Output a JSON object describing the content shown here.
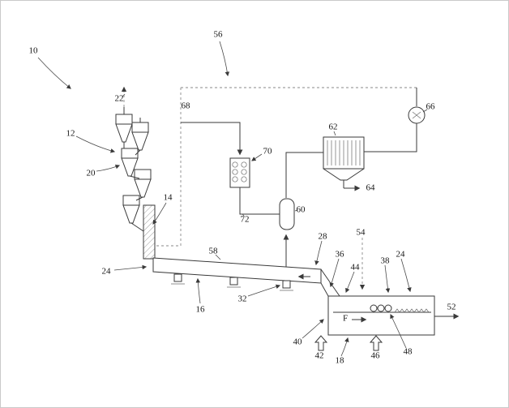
{
  "colors": {
    "line": "#3a3a3a",
    "dash": "#8a8a8a",
    "background": "#ffffff"
  },
  "labels": {
    "l10": "10",
    "l12": "12",
    "l14": "14",
    "l16": "16",
    "l18": "18",
    "l20": "20",
    "l22": "22",
    "l24a": "24",
    "l24b": "24",
    "l28": "28",
    "l32": "32",
    "l36": "36",
    "l38": "38",
    "l40": "40",
    "l42": "42",
    "l44": "44",
    "l46": "46",
    "l48": "48",
    "l52": "52",
    "l54": "54",
    "l56": "56",
    "l58": "58",
    "l60": "60",
    "l62": "62",
    "l64": "64",
    "l66": "66",
    "l68": "68",
    "l70": "70",
    "l72": "72",
    "f": "F"
  }
}
